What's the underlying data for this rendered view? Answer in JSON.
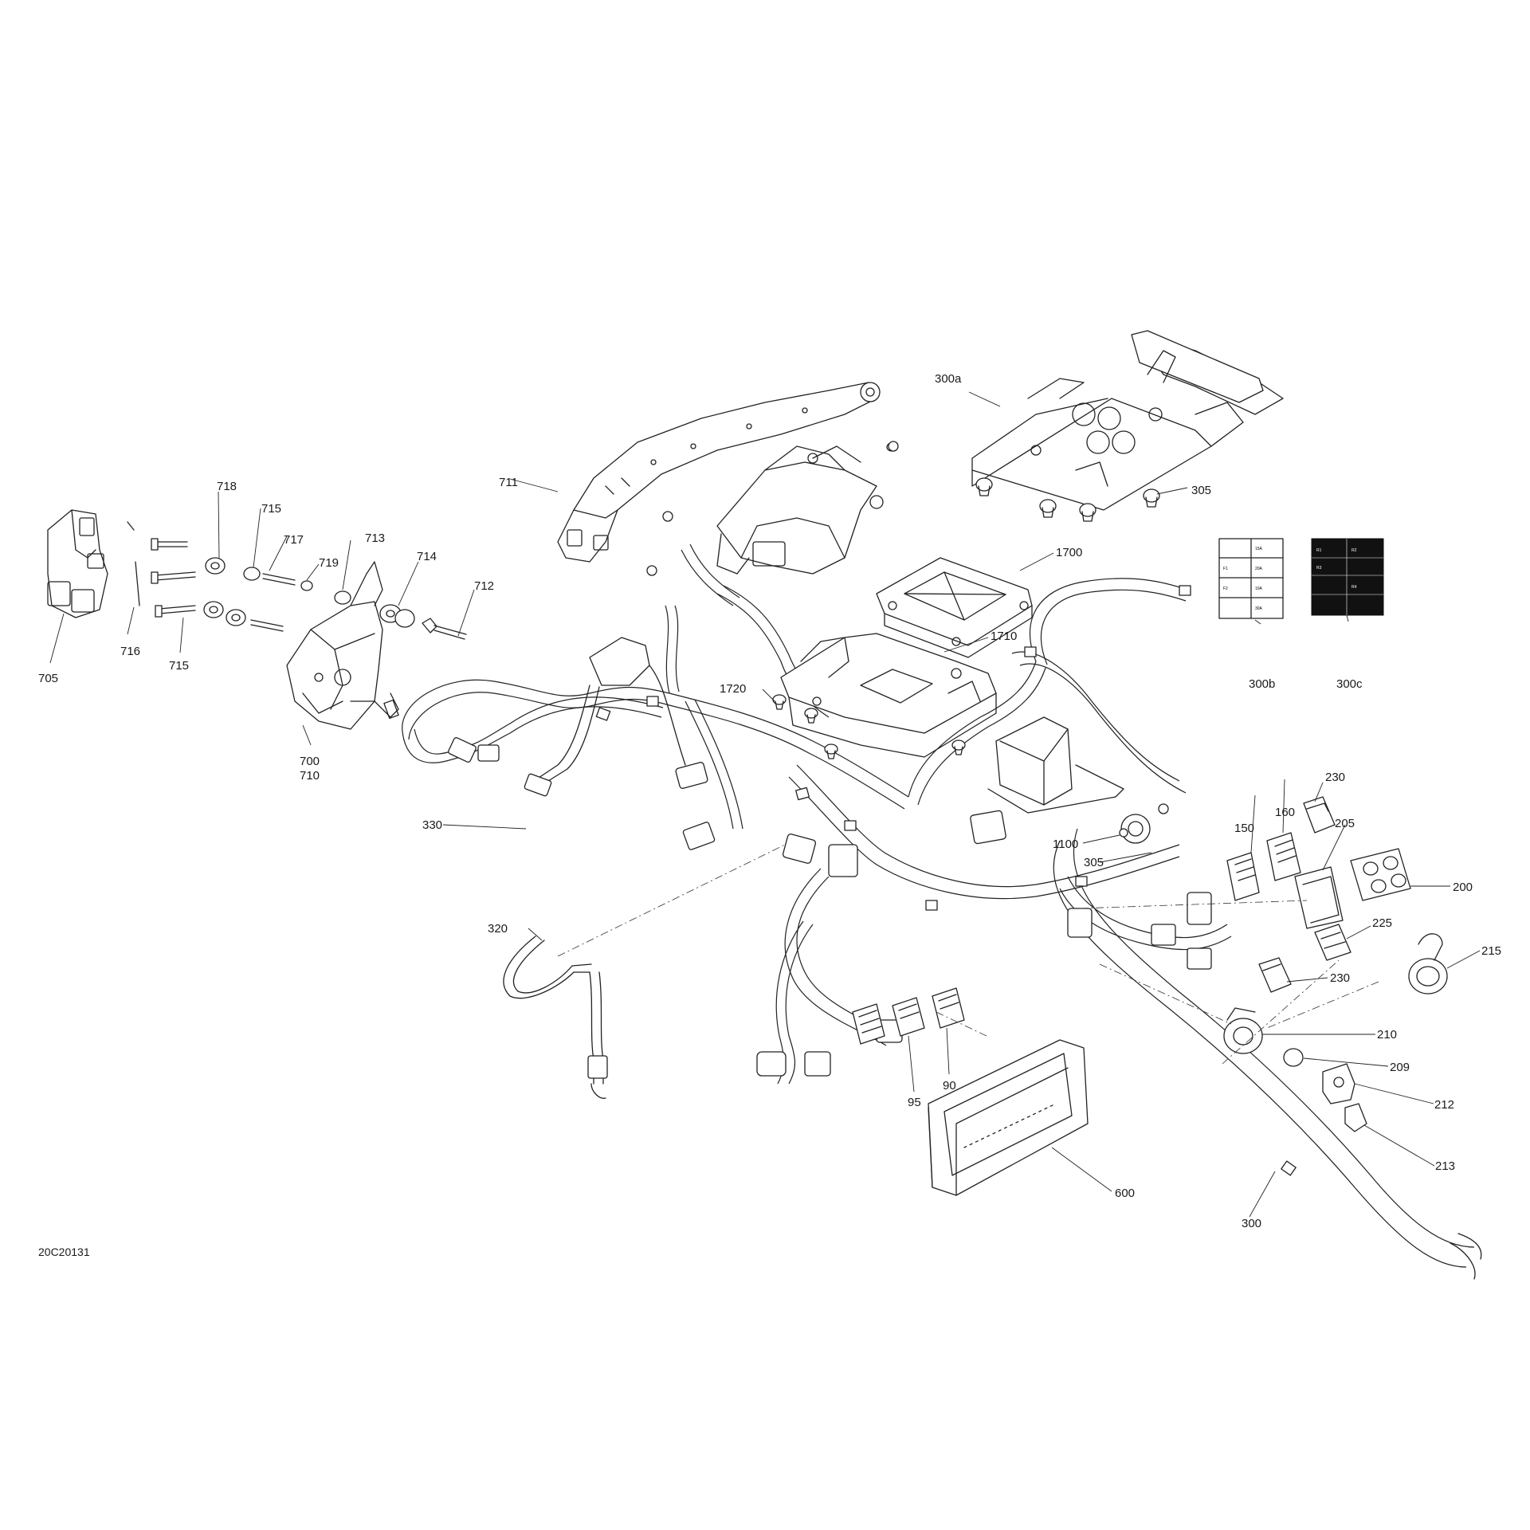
{
  "drawing_ref": "20C20131",
  "colors": {
    "line": "#222222",
    "background": "#ffffff",
    "decal_dark": "#111111"
  },
  "callouts": {
    "c300a": "300a",
    "c305a": "305",
    "c711": "711",
    "c718": "718",
    "c715a": "715",
    "c717": "717",
    "c719": "719",
    "c713": "713",
    "c714": "714",
    "c712": "712",
    "c716": "716",
    "c715b": "715",
    "c705": "705",
    "c700": "700",
    "c710": "710",
    "c1700": "1700",
    "c1710": "1710",
    "c1720": "1720",
    "c300b": "300b",
    "c300c": "300c",
    "c230a": "230",
    "c160": "160",
    "c150": "150",
    "c205": "205",
    "c200": "200",
    "c1100": "1100",
    "c305b": "305",
    "c330": "330",
    "c320": "320",
    "c225": "225",
    "c215": "215",
    "c230b": "230",
    "c210": "210",
    "c209": "209",
    "c212": "212",
    "c213": "213",
    "c95": "95",
    "c90": "90",
    "c600": "600",
    "c300": "300"
  }
}
